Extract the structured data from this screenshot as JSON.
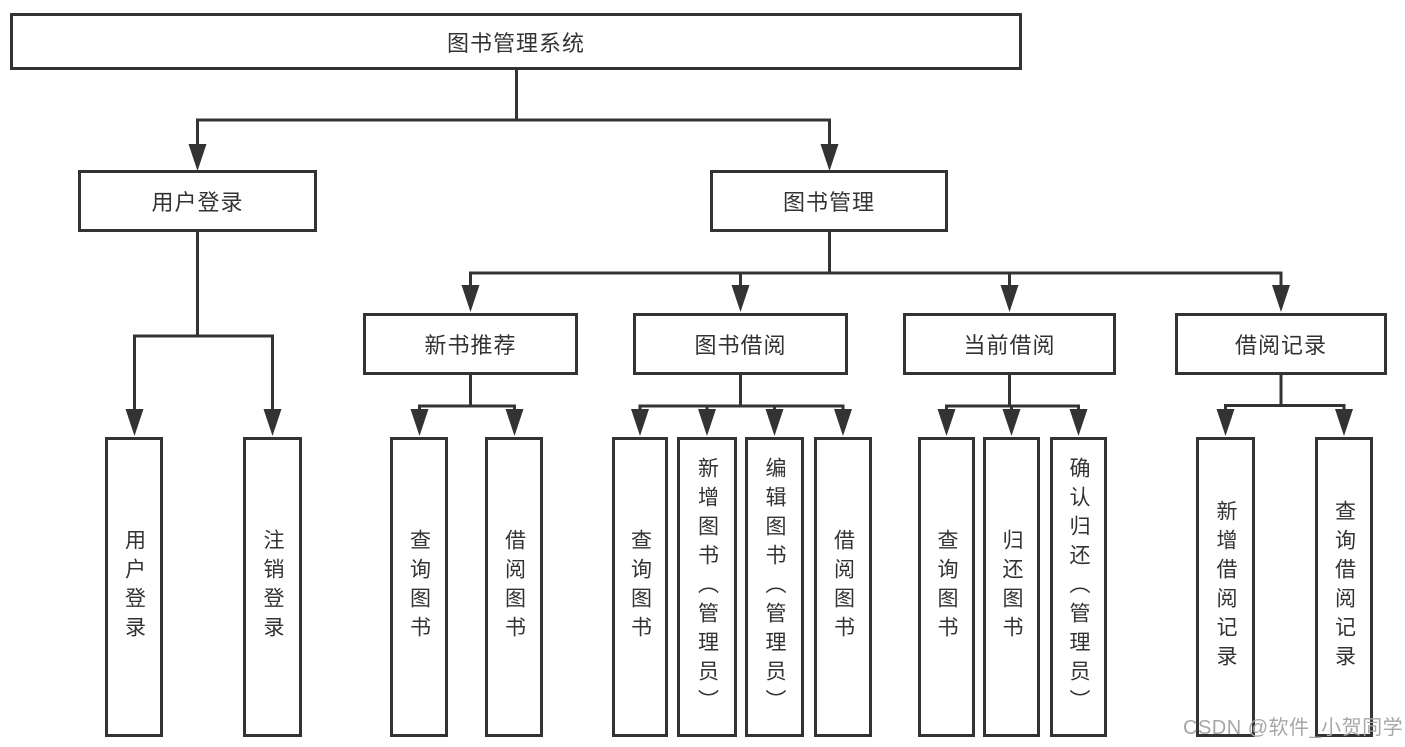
{
  "diagram": {
    "root": {
      "label": "图书管理系统"
    },
    "branches": [
      {
        "label": "用户登录",
        "children": [
          {
            "label": "用户登录"
          },
          {
            "label": "注销登录"
          }
        ]
      },
      {
        "label": "图书管理",
        "children": [
          {
            "label": "新书推荐",
            "children": [
              {
                "label": "查询图书"
              },
              {
                "label": "借阅图书"
              }
            ]
          },
          {
            "label": "图书借阅",
            "children": [
              {
                "label": "查询图书"
              },
              {
                "label": "新增图书（管理员）"
              },
              {
                "label": "编辑图书（管理员）"
              },
              {
                "label": "借阅图书"
              }
            ]
          },
          {
            "label": "当前借阅",
            "children": [
              {
                "label": "查询图书"
              },
              {
                "label": "归还图书"
              },
              {
                "label": "确认归还（管理员）"
              }
            ]
          },
          {
            "label": "借阅记录",
            "children": [
              {
                "label": "新增借阅记录"
              },
              {
                "label": "查询借阅记录"
              }
            ]
          }
        ]
      }
    ]
  },
  "watermark": {
    "text": "CSDN @软件_小贺同学"
  },
  "colors": {
    "line": "#333333",
    "text": "#333333",
    "watermark": "#a7a7a7",
    "background": "#ffffff"
  }
}
